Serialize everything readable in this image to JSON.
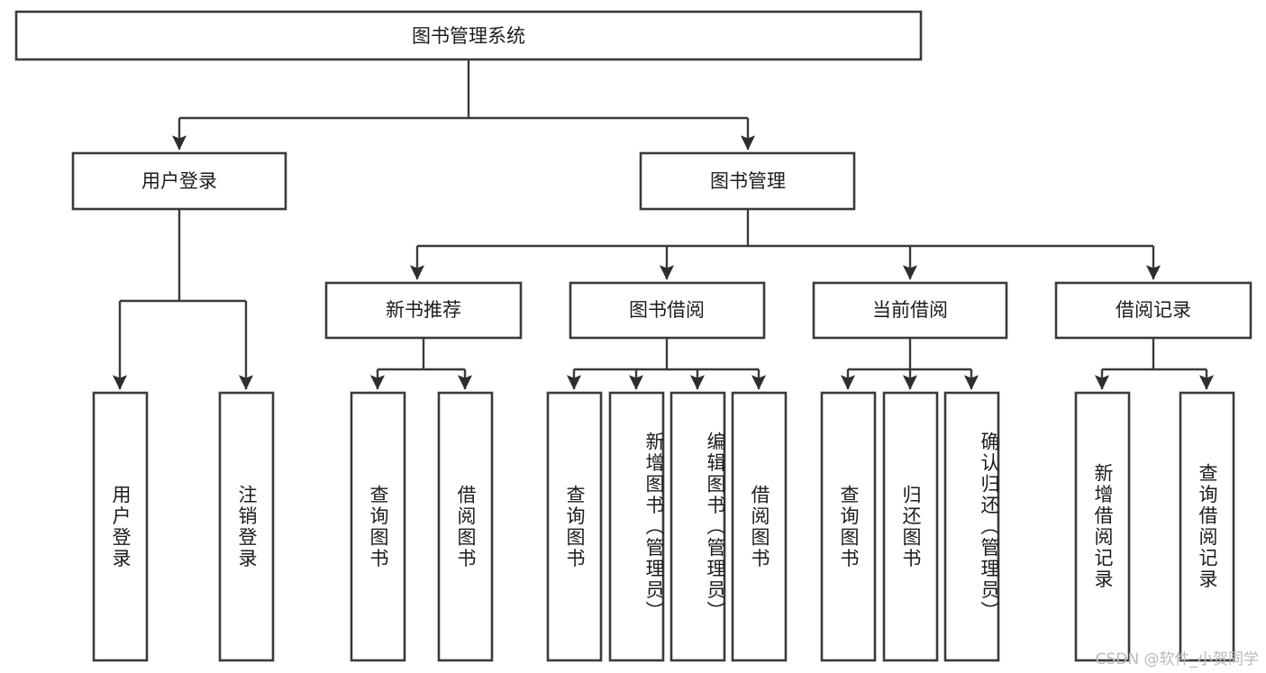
{
  "diagram": {
    "title": "图书管理系统",
    "type": "hierarchy-tree",
    "watermark": "CSDN @软件_小贺同学",
    "root": {
      "label": "图书管理系统"
    },
    "level2": [
      {
        "label": "用户登录"
      },
      {
        "label": "图书管理"
      }
    ],
    "level3": [
      {
        "label": "新书推荐"
      },
      {
        "label": "图书借阅"
      },
      {
        "label": "当前借阅"
      },
      {
        "label": "借阅记录"
      }
    ],
    "leaves": {
      "user_login": [
        {
          "label": "用户登录"
        },
        {
          "label": "注销登录"
        }
      ],
      "new_book_recommend": [
        {
          "label": "查询图书"
        },
        {
          "label": "借阅图书"
        }
      ],
      "book_borrow": [
        {
          "label": "查询图书"
        },
        {
          "label": "新增图书（管理员）"
        },
        {
          "label": "编辑图书（管理员）"
        },
        {
          "label": "借阅图书"
        }
      ],
      "current_borrow": [
        {
          "label": "查询图书"
        },
        {
          "label": "归还图书"
        },
        {
          "label": "确认归还（管理员）"
        }
      ],
      "borrow_record": [
        {
          "label": "新增借阅记录"
        },
        {
          "label": "查询借阅记录"
        }
      ]
    },
    "colors": {
      "stroke": "#3a3a3a",
      "text": "#1c1c1c",
      "background": "#ffffff",
      "watermark": "#b9b9b9"
    }
  }
}
